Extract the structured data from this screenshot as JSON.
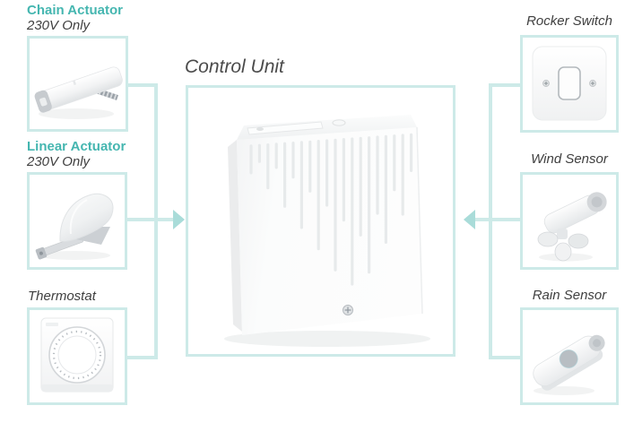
{
  "title": "Control Unit",
  "left_column": {
    "chain_actuator": {
      "heading": "Chain Actuator",
      "voltage_note": "230V Only"
    },
    "linear_actuator": {
      "heading": "Linear Actuator",
      "voltage_note": "230V Only"
    },
    "thermostat": {
      "label": "Thermostat"
    }
  },
  "right_column": {
    "rocker_switch": {
      "label": "Rocker Switch"
    },
    "wind_sensor": {
      "label": "Wind Sensor"
    },
    "rain_sensor": {
      "label": "Rain Sensor"
    }
  },
  "images": {
    "chain_actuator": "chain-actuator-photo",
    "linear_actuator": "linear-actuator-photo",
    "thermostat": "thermostat-dial-photo",
    "control_unit": "control-unit-enclosure-photo",
    "rocker_switch": "rocker-switch-photo",
    "wind_sensor": "wind-sensor-anemometer-photo",
    "rain_sensor": "rain-sensor-photo"
  },
  "colors": {
    "heading_teal": "#45b6b0",
    "connector_teal": "#cdeae8",
    "arrow_teal": "#a9dcd9",
    "label_dark": "#3f3f3f",
    "title_gray": "#4b4b4b"
  }
}
